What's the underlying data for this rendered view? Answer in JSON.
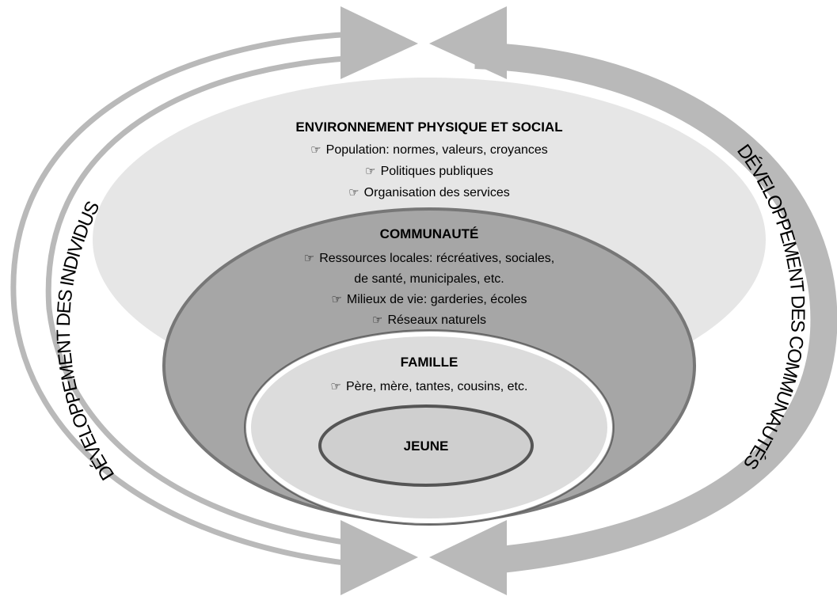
{
  "diagram": {
    "left_arc_label": "DÉVELOPPEMENT DES INDIVIDUS",
    "right_arc_label": "DÉVELOPPEMENT DES COMMUNAUTÉS",
    "bullet_glyph": "☞",
    "environment": {
      "title": "ENVIRONNEMENT PHYSIQUE ET SOCIAL",
      "items": [
        "Population: normes, valeurs, croyances",
        "Politiques publiques",
        "Organisation des services"
      ]
    },
    "community": {
      "title": "COMMUNAUTÉ",
      "items": [
        "Ressources locales: récréatives, sociales,",
        "de santé, municipales, etc.",
        "Milieux de vie: garderies, écoles",
        "Réseaux naturels"
      ]
    },
    "family": {
      "title": "FAMILLE",
      "items": [
        "Père, mère, tantes, cousins, etc."
      ]
    },
    "youth": {
      "title": "JEUNE"
    },
    "colors": {
      "environment_fill": "#e6e6e6",
      "community_fill": "#a6a6a6",
      "family_fill": "#dcdcdc",
      "youth_fill": "#cfcfcf",
      "arrow_fill": "#b9b9b9",
      "outline": "#666666"
    }
  }
}
